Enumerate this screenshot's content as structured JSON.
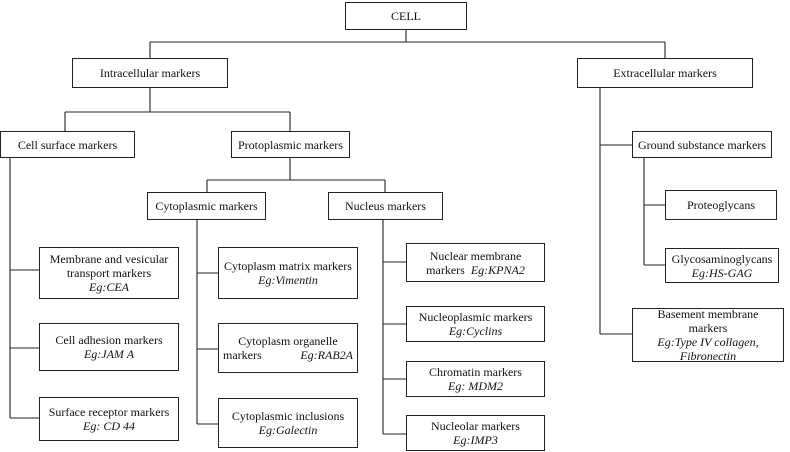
{
  "root": {
    "label": "CELL"
  },
  "intracellular": {
    "label": "Intracellular markers"
  },
  "extracellular": {
    "label": "Extracellular markers"
  },
  "cell_surface": {
    "label": "Cell surface markers"
  },
  "protoplasmic": {
    "label": "Protoplasmic markers"
  },
  "cytoplasmic": {
    "label": "Cytoplasmic markers"
  },
  "nucleus": {
    "label": "Nucleus markers"
  },
  "ground_substance": {
    "label": "Ground substance markers"
  },
  "proteoglycans": {
    "label": "Proteoglycans"
  },
  "glycosaminoglycans": {
    "label": "Glycosaminoglycans",
    "example": "Eg:HS-GAG"
  },
  "basement_membrane": {
    "label": "Basement membrane markers",
    "example_line1": "Eg:Type IV collagen,",
    "example_line2": "Fibronectin"
  },
  "membrane_vesicular": {
    "label_line1": "Membrane and vesicular",
    "label_line2": "transport markers",
    "example": "Eg:CEA"
  },
  "cell_adhesion": {
    "label": "Cell adhesion markers",
    "example": "Eg:JAM A"
  },
  "surface_receptor": {
    "label": "Surface receptor markers",
    "example": "Eg: CD 44"
  },
  "cytoplasm_matrix": {
    "label": "Cytoplasm matrix markers",
    "example": "Eg:Vimentin"
  },
  "cytoplasm_organelle": {
    "label_line1": "Cytoplasm organelle",
    "label_line2": "markers",
    "example": "Eg:RAB2A"
  },
  "cytoplasmic_inclusions": {
    "label": "Cytoplasmic inclusions",
    "example": "Eg:Galectin"
  },
  "nuclear_membrane": {
    "label_line1": "Nuclear membrane",
    "label_line2": "markers",
    "example": "Eg:KPNA2"
  },
  "nucleoplasmic": {
    "label": "Nucleoplasmic markers",
    "example": "Eg:Cyclins"
  },
  "chromatin": {
    "label": "Chromatin markers",
    "example": "Eg: MDM2"
  },
  "nucleolar": {
    "label": "Nucleolar markers",
    "example": "Eg:IMP3"
  }
}
